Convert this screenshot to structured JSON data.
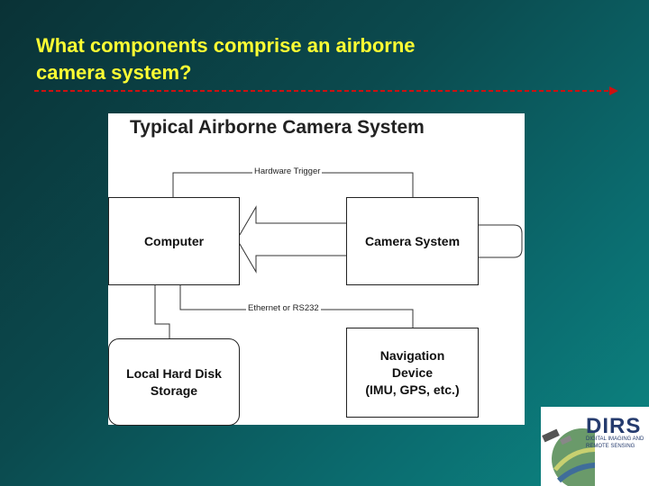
{
  "slide": {
    "title_line1": "What components comprise an airborne",
    "title_line2": "camera system?"
  },
  "diagram": {
    "title": "Typical Airborne Camera System",
    "nodes": {
      "computer": "Computer",
      "camera": "Camera System",
      "storage": "Local Hard Disk\nStorage",
      "navigation": "Navigation\nDevice\n(IMU, GPS, etc.)"
    },
    "edges": {
      "trigger": "Hardware Trigger",
      "ethernet": "Ethernet or RS232"
    }
  },
  "logo": {
    "word": "DIRS",
    "subtitle": "DIGITAL IMAGING AND\nREMOTE SENSING"
  },
  "colors": {
    "title_text": "#ffff33",
    "title_rule": "#cc1111",
    "background_dark": "#0a3236",
    "background_light": "#0c8783"
  }
}
